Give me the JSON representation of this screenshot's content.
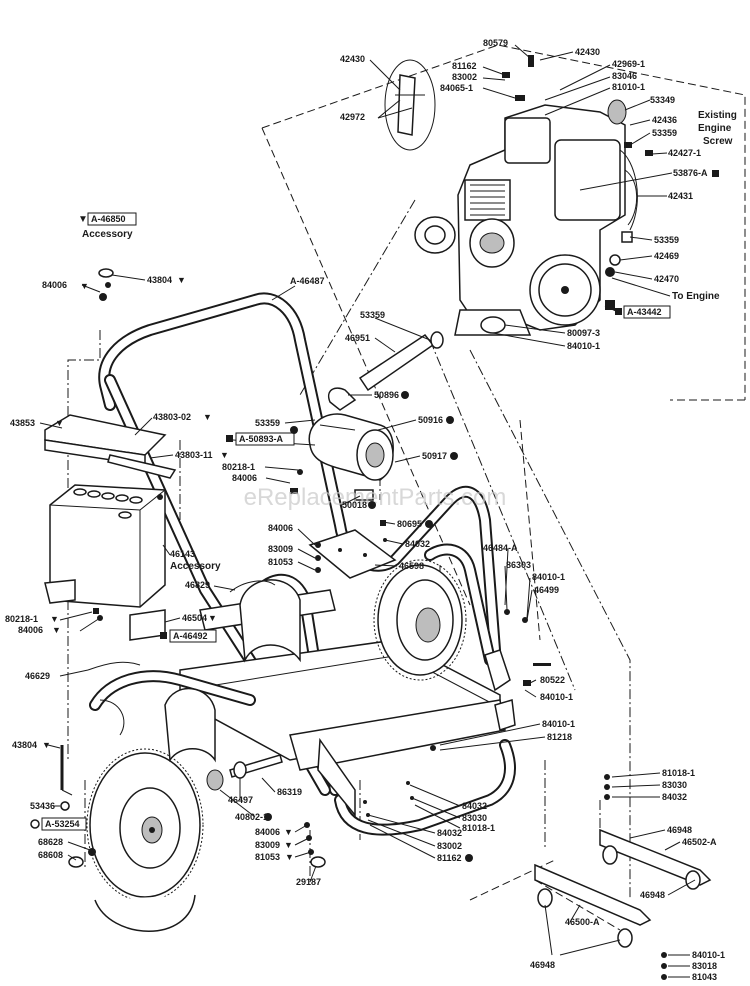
{
  "watermark": "eReplacementParts.com",
  "accessory_note": {
    "boxed_ref": "A-46850",
    "text": "Accessory"
  },
  "labels": {
    "l_80579": "80579",
    "l_42430a": "42430",
    "l_42430b": "42430",
    "l_81162a": "81162",
    "l_83002a": "83002",
    "l_84065": "84065-1",
    "l_42969": "42969-1",
    "l_83046": "83046",
    "l_81010": "81010-1",
    "l_53349": "53349",
    "l_42436": "42436",
    "l_existing1": "Existing",
    "l_existing2": "Engine",
    "l_existing3": "Screw",
    "l_53359a": "53359",
    "l_42427": "42427-1",
    "l_53876": "53876-A",
    "l_42431": "42431",
    "l_42972": "42972",
    "l_53359b": "53359",
    "l_42469": "42469",
    "l_42470": "42470",
    "l_toengine": "To Engine",
    "l_43442": "A-43442",
    "l_80097": "80097-3",
    "l_84010a": "84010-1",
    "l_84006a": "84006",
    "l_43804a": "43804",
    "l_46487": "A-46487",
    "l_53359c": "53359",
    "l_46951": "46951",
    "l_50896": "50896",
    "l_43853": "43853",
    "l_43803_02": "43803-02",
    "l_53359d": "53359",
    "l_50916": "50916",
    "l_50893": "A-50893-A",
    "l_43803_11": "43803-11",
    "l_50917": "50917",
    "l_80218a": "80218-1",
    "l_84006b": "84006",
    "l_50018": "50018",
    "l_80695": "80695",
    "l_84006c": "84006",
    "l_84032a": "84032",
    "l_83009a": "83009",
    "l_81053a": "81053",
    "l_46598": "46598",
    "l_46143": "46143",
    "l_accessory2": "Accessory",
    "l_46484": "46484-A",
    "l_86303": "86303",
    "l_84010b": "84010-1",
    "l_46499": "46499",
    "l_46829a": "46829",
    "l_80218b": "80218-1",
    "l_84006d": "84006",
    "l_46504": "46504",
    "l_46492": "A-46492",
    "l_46629": "46629",
    "l_80522": "80522",
    "l_84010c": "84010-1",
    "l_84010d": "84010-1",
    "l_81218": "81218",
    "l_43804b": "43804",
    "l_86319": "86319",
    "l_53436": "53436",
    "l_46497": "46497",
    "l_53254": "A-53254",
    "l_40802": "40802-1",
    "l_68628": "68628",
    "l_68608": "68608",
    "l_84006e": "84006",
    "l_83009b": "83009",
    "l_81053b": "81053",
    "l_29187": "29187",
    "l_84032b": "84032",
    "l_83030a": "83030",
    "l_84032c": "84032",
    "l_81018a": "81018-1",
    "l_83002b": "83002",
    "l_81162b": "81162",
    "l_81018b": "81018-1",
    "l_83030b": "83030",
    "l_84032d": "84032",
    "l_46948a": "46948",
    "l_46502": "46502-A",
    "l_46948b": "46948",
    "l_46500": "46500-A",
    "l_46948c": "46948",
    "l_84010e": "84010-1",
    "l_83018": "83018",
    "l_81043": "81043"
  }
}
